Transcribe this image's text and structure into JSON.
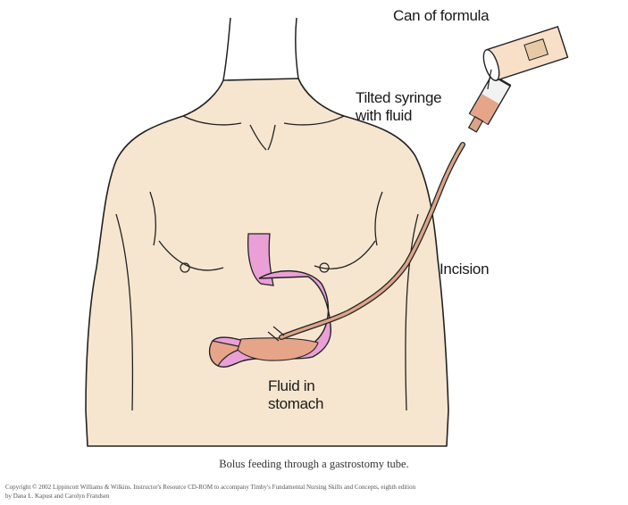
{
  "labels": {
    "can": "Can of formula",
    "syringe_line1": "Tilted syringe",
    "syringe_line2": "with fluid",
    "incision": "Incision",
    "fluid_line1": "Fluid in",
    "fluid_line2": "stomach"
  },
  "caption": "Bolus feeding through a gastrostomy tube.",
  "copyright_line1": "Copyright © 2002 Lippincott Williams & Wilkins. Instructor's Resource CD-ROM to accompany Timby's Fundamental Nursing Skills and Concepts, eighth edition",
  "copyright_line2": "by Dana L. Kapust and Carolyn Frandsen",
  "colors": {
    "skin": "#f6e6cf",
    "stomach": "#eaa0d6",
    "fluid": "#e6a489",
    "tube": "#dba488",
    "outline": "#222222"
  }
}
